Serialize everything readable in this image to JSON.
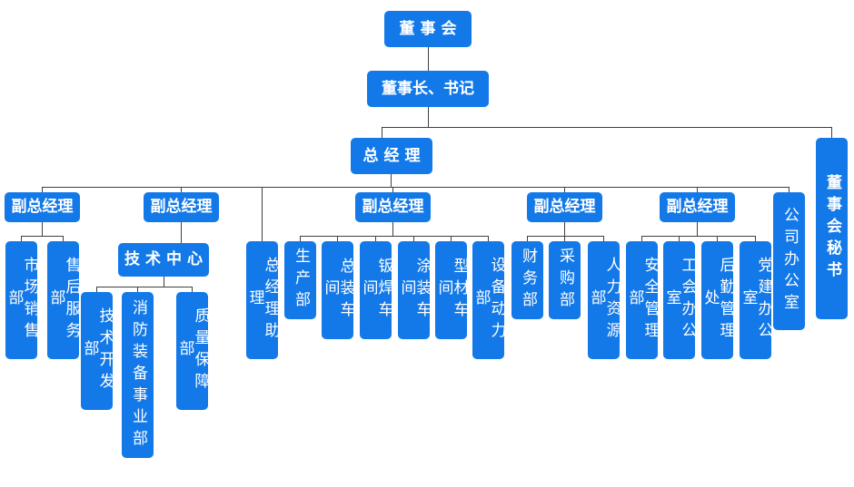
{
  "meta": {
    "kind": "organizational-chart",
    "orientation": "top-down",
    "node_fill": "#1379E8",
    "node_text_color": "#FFFFFF",
    "connector_color": "#404040",
    "background": "#FFFFFF"
  },
  "nodes": {
    "board": "董事会",
    "chairman": "董事长、书记",
    "board_secretary": "董事会秘书",
    "general_manager": "总经理",
    "company_office": "公司办公室",
    "gm_assistant": "总经理助理",
    "vp1": "副总经理",
    "vp2": "副总经理",
    "vp3": "副总经理",
    "vp4": "副总经理",
    "vp5": "副总经理",
    "tech_center": "技术中心",
    "market_sales": "市场销售部",
    "after_sales": "售后服务部",
    "tech_dev": "技术开发部",
    "fire_equip": "消防装备事业部",
    "quality": "质量保障部",
    "production": "生产部",
    "assembly": "总装车间",
    "welding": "钣焊车间",
    "painting": "涂装车间",
    "profile": "型材车间",
    "equip_power": "设备动力部",
    "finance": "财务部",
    "purchasing": "采购部",
    "hr": "人力资源部",
    "safety": "安全管理部",
    "union_office": "工会办公室",
    "logistics": "后勤管理处",
    "party_office": "党建办公室"
  }
}
